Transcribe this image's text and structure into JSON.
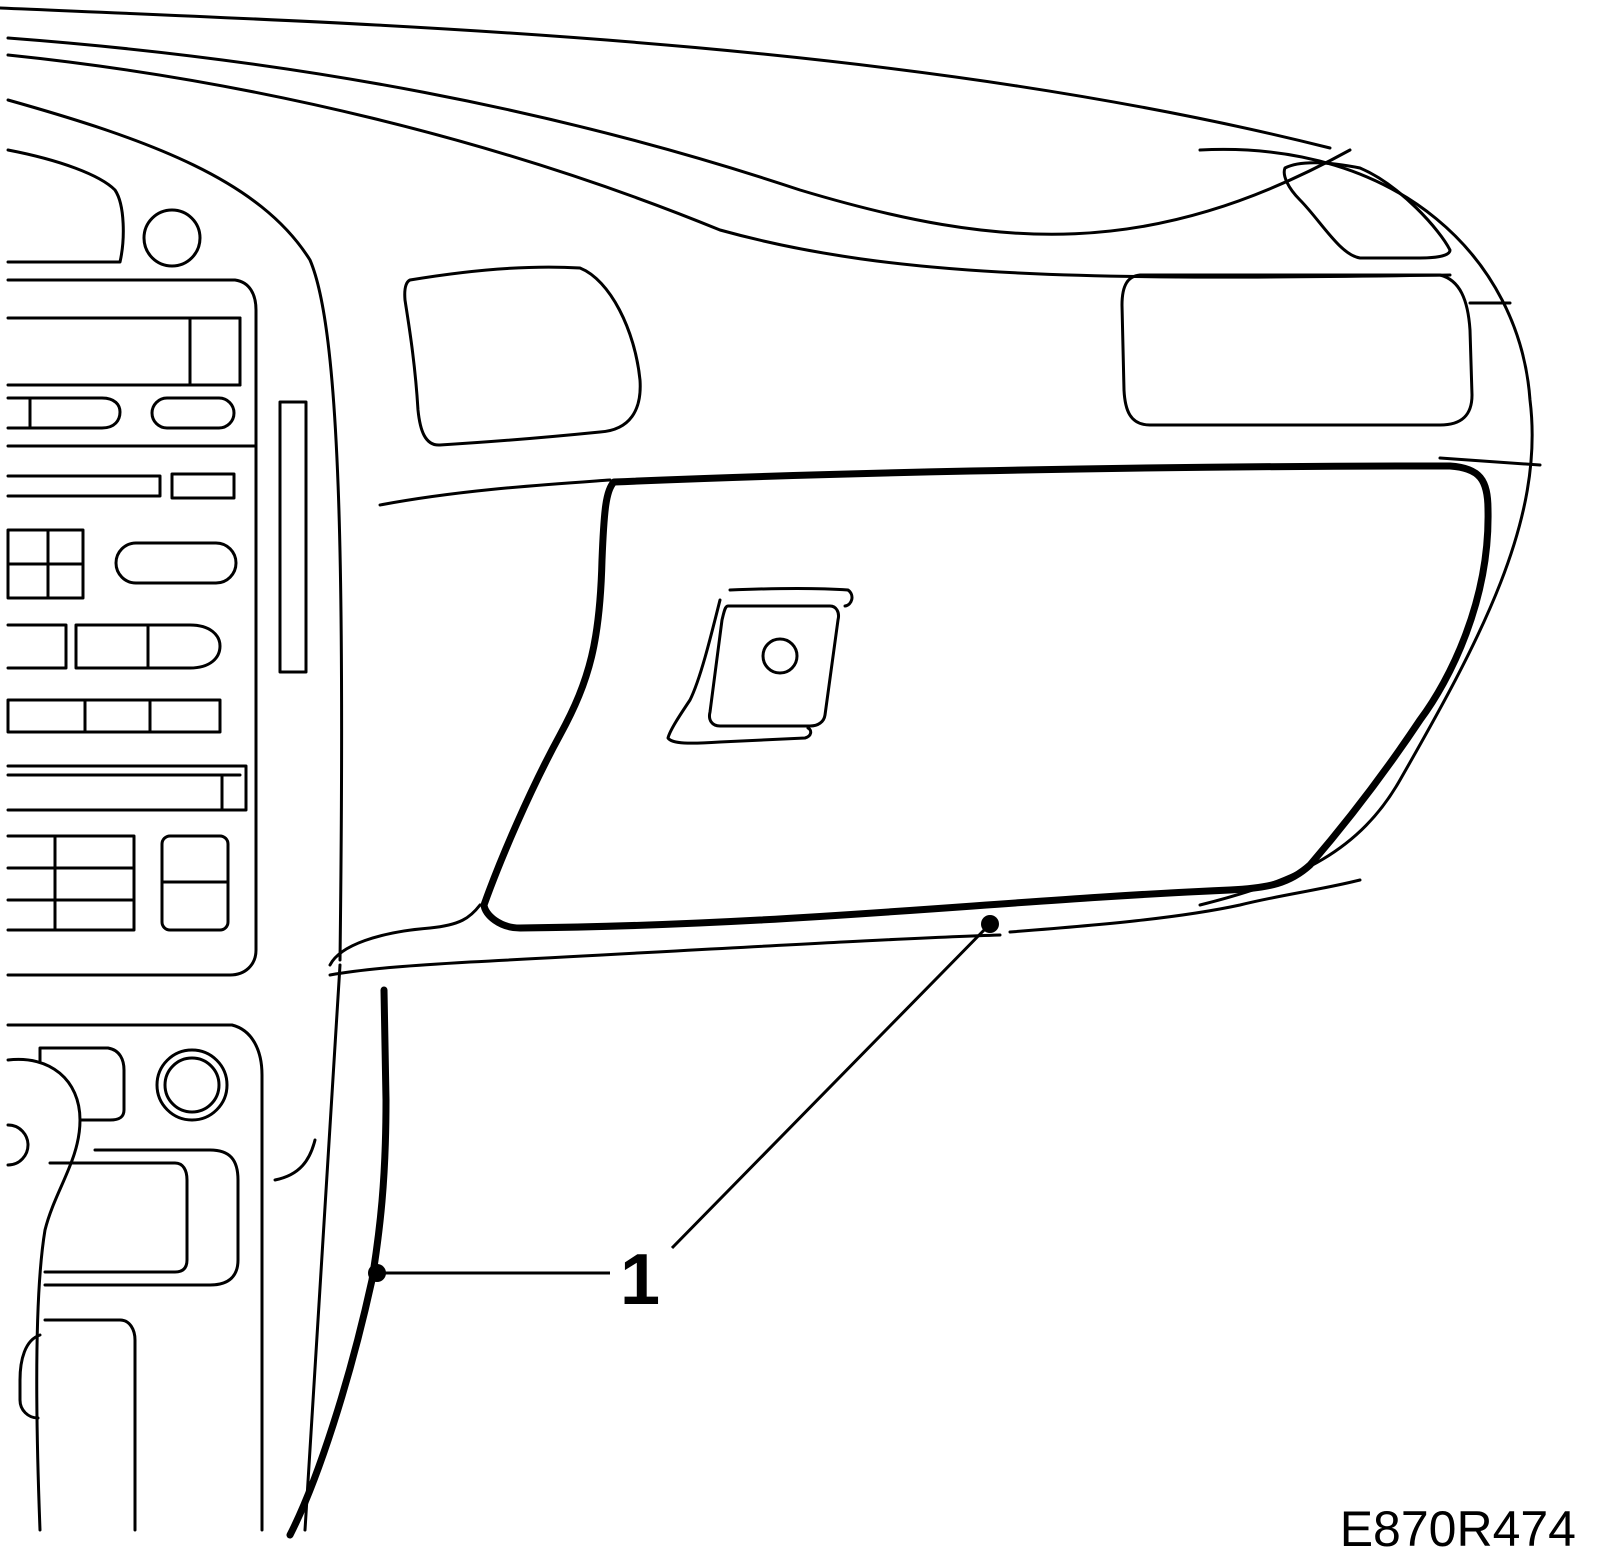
{
  "figure": {
    "callouts": [
      {
        "number": "1",
        "part": "glovebox-trim-edge"
      }
    ],
    "figure_code": "E870R474"
  }
}
